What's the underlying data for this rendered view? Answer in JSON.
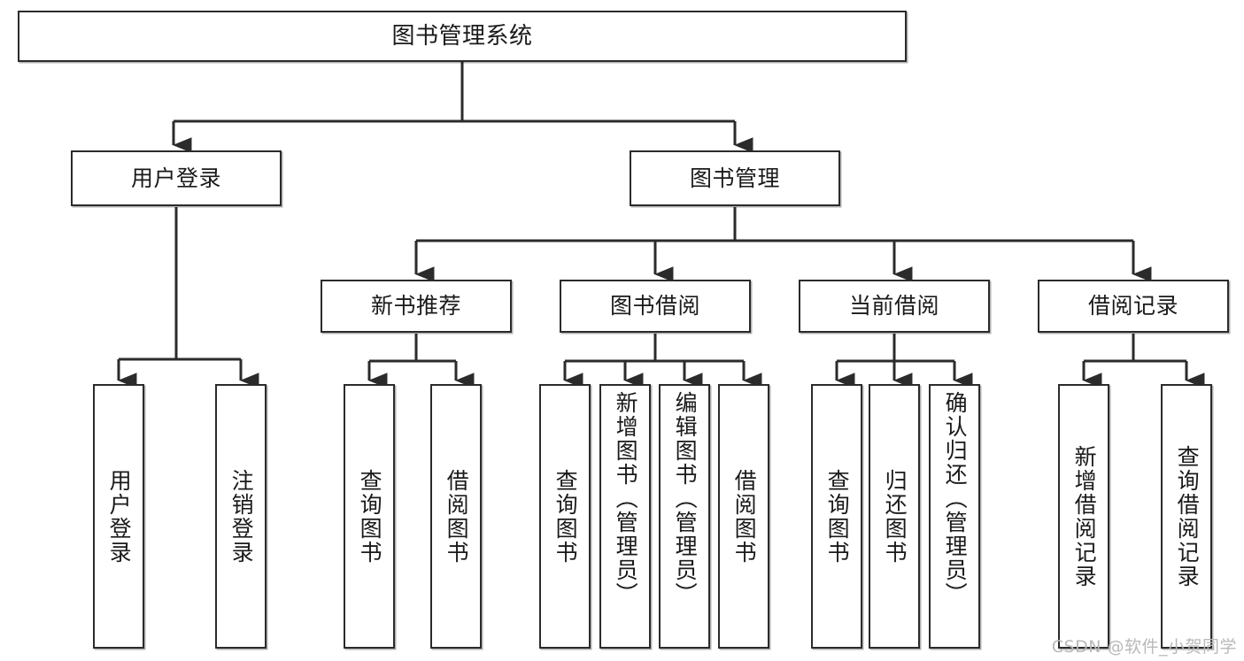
{
  "diagram": {
    "title": "图书管理系统",
    "type": "tree-hierarchy-diagram",
    "watermark": "CSDN @软件_小贺同学",
    "colors": {
      "background": "#ffffff",
      "node_border": "#2b2b2b",
      "node_fill": "#ffffff",
      "edge": "#2b2b2b",
      "text": "#1a1a1a",
      "watermark": "#b9b9b9"
    },
    "root": {
      "id": "root",
      "label": "图书管理系统"
    },
    "level2": [
      {
        "id": "user-login",
        "label": "用户登录"
      },
      {
        "id": "book-management",
        "label": "图书管理"
      }
    ],
    "level3": [
      {
        "id": "new-book-recommend",
        "label": "新书推荐",
        "parent": "book-management"
      },
      {
        "id": "book-borrow",
        "label": "图书借阅",
        "parent": "book-management"
      },
      {
        "id": "current-borrow",
        "label": "当前借阅",
        "parent": "book-management"
      },
      {
        "id": "borrow-record",
        "label": "借阅记录",
        "parent": "book-management"
      }
    ],
    "leaves": {
      "user_login": [
        {
          "id": "leaf-user-login",
          "label": "用户登录"
        },
        {
          "id": "leaf-logout-login",
          "label": "注销登录"
        }
      ],
      "new_book_recommend": [
        {
          "id": "leaf-query-book-1",
          "label": "查询图书"
        },
        {
          "id": "leaf-borrow-book-1",
          "label": "借阅图书"
        }
      ],
      "book_borrow": [
        {
          "id": "leaf-query-book-2",
          "label": "查询图书"
        },
        {
          "id": "leaf-add-book",
          "label": "新增图书（管理员）"
        },
        {
          "id": "leaf-edit-book",
          "label": "编辑图书（管理员）"
        },
        {
          "id": "leaf-borrow-book-2",
          "label": "借阅图书"
        }
      ],
      "current_borrow": [
        {
          "id": "leaf-query-book-3",
          "label": "查询图书"
        },
        {
          "id": "leaf-return-book",
          "label": "归还图书"
        },
        {
          "id": "leaf-confirm-return",
          "label": "确认归还（管理员）"
        }
      ],
      "borrow_record": [
        {
          "id": "leaf-add-record",
          "label": "新增借阅记录"
        },
        {
          "id": "leaf-query-record",
          "label": "查询借阅记录"
        }
      ]
    }
  }
}
